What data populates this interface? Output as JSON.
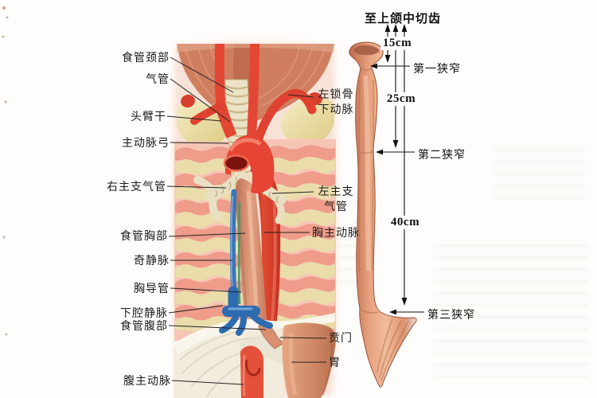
{
  "figure_labels": {
    "left": [
      {
        "text": "食管颈部"
      },
      {
        "text": "气管"
      },
      {
        "text": "头臂干"
      },
      {
        "text": "主动脉弓"
      },
      {
        "text": "右主支气管"
      },
      {
        "text": "食管胸部"
      },
      {
        "text": "奇静脉"
      },
      {
        "text": "胸导管"
      },
      {
        "text": "下腔静脉"
      },
      {
        "text": "食管腹部"
      },
      {
        "text": "腹主动脉"
      }
    ],
    "right": [
      {
        "text": "左锁骨下动脉"
      },
      {
        "text": "左主支气管"
      },
      {
        "text": "胸主动脉"
      },
      {
        "text": "贲门"
      },
      {
        "text": "胃"
      }
    ]
  },
  "measurements": {
    "reference_title": "至上颌中切齿",
    "distances": [
      {
        "value": "15cm"
      },
      {
        "value": "25cm"
      },
      {
        "value": "40cm"
      }
    ],
    "narrowings": [
      {
        "text": "第一狭窄"
      },
      {
        "text": "第二狭窄"
      },
      {
        "text": "第三狭窄"
      }
    ]
  },
  "colors": {
    "artery_red": "#e5402e",
    "vein_blue": "#2f6fb5",
    "thoracic_duct_green": "#43996b",
    "esophagus_salmon": "#e39a7a",
    "cartilage_cream": "#ece3c6",
    "rib_pink": "#f0998a",
    "label_text": "#1b1b1b"
  }
}
